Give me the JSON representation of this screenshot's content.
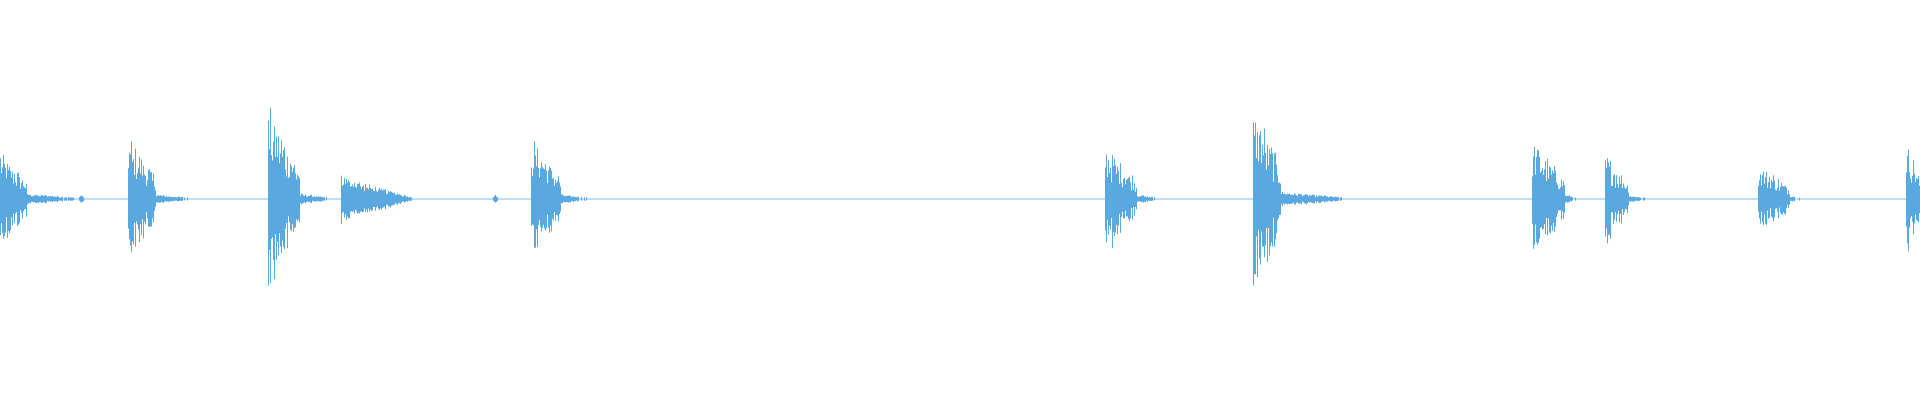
{
  "waveform": {
    "color": "#5aa8e0",
    "baseline_color": "#7fbbe8",
    "background": "#ffffff",
    "bursts": [
      {
        "start": 0.0,
        "amplitude": 0.52,
        "length": 0.014,
        "tail": 0.035,
        "tail_level": 0.06
      },
      {
        "start": 0.067,
        "amplitude": 0.68,
        "length": 0.014,
        "tail": 0.025,
        "tail_level": 0.05
      },
      {
        "start": 0.14,
        "amplitude": 0.95,
        "length": 0.016,
        "tail": 0.02,
        "tail_level": 0.06
      },
      {
        "start": 0.178,
        "amplitude": 0.24,
        "length": 0.0,
        "tail": 0.04,
        "tail_level": 0.2
      },
      {
        "start": 0.277,
        "amplitude": 0.65,
        "length": 0.015,
        "tail": 0.02,
        "tail_level": 0.05
      },
      {
        "start": 0.576,
        "amplitude": 0.58,
        "length": 0.016,
        "tail": 0.015,
        "tail_level": 0.05
      },
      {
        "start": 0.653,
        "amplitude": 1.0,
        "length": 0.014,
        "tail": 0.042,
        "tail_level": 0.08
      },
      {
        "start": 0.798,
        "amplitude": 0.64,
        "length": 0.017,
        "tail": 0.008,
        "tail_level": 0.05
      },
      {
        "start": 0.836,
        "amplitude": 0.5,
        "length": 0.012,
        "tail": 0.015,
        "tail_level": 0.04
      },
      {
        "start": 0.916,
        "amplitude": 0.38,
        "length": 0.016,
        "tail": 0.01,
        "tail_level": 0.04
      },
      {
        "start": 0.993,
        "amplitude": 0.62,
        "length": 0.007,
        "tail": 0.0,
        "tail_level": 0.0
      }
    ],
    "blips": [
      0.042,
      0.258
    ]
  }
}
